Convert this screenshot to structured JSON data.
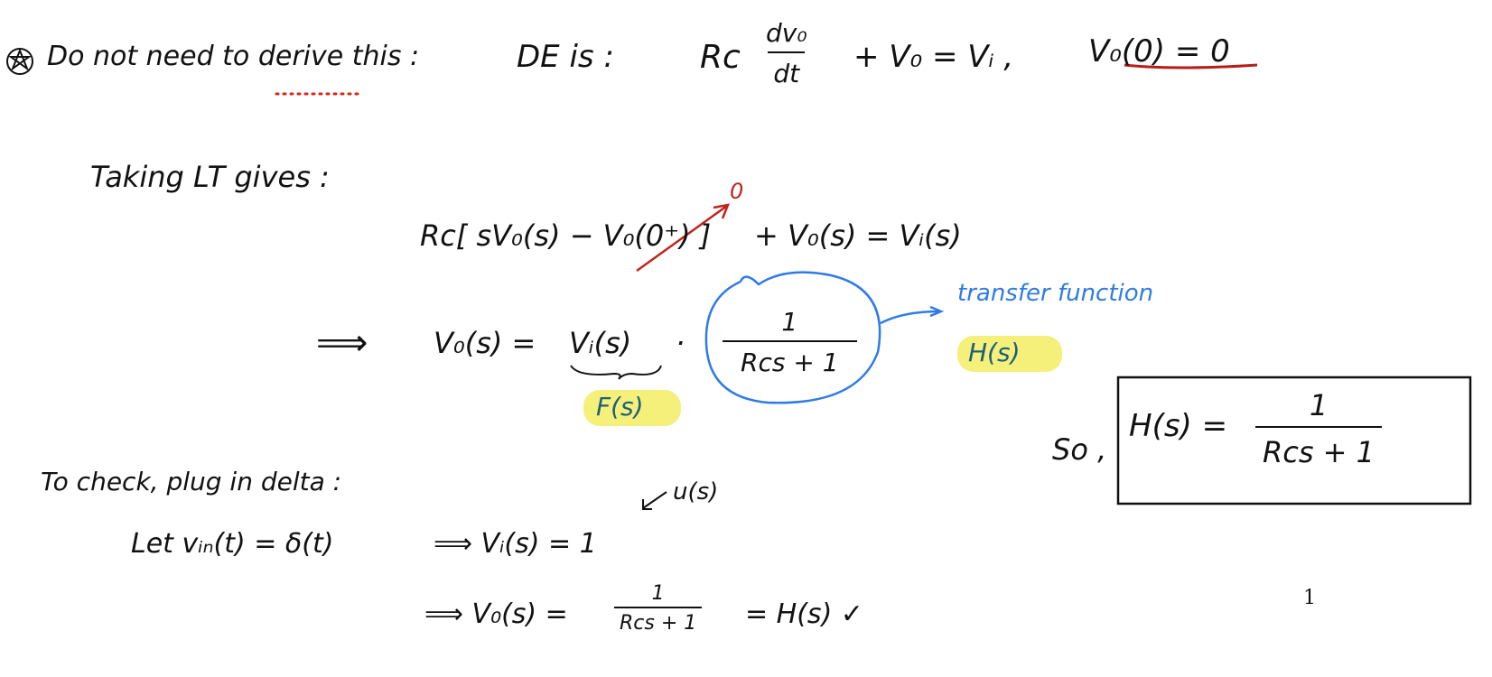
{
  "line1": {
    "star_note": "Do not need to derive this :",
    "de_label": "DE is :",
    "de_lhs_prefix": "Rc",
    "de_num": "dv₀",
    "de_den": "dt",
    "de_rest": "+ V₀ = Vᵢ ,",
    "initial_condition": "V₀(0) = 0"
  },
  "line2": {
    "text": "Taking LT gives :"
  },
  "line3": {
    "lhs": "Rc[ sV₀(s) − V₀(0⁺) ]",
    "rhs": "+ V₀(s) = Vᵢ(s)",
    "annotation_zero": "0"
  },
  "line4": {
    "implies": "⟹",
    "lhs": "V₀(s) =",
    "vi": "Vᵢ(s)",
    "dot": "·",
    "frac_num": "1",
    "frac_den": "Rcs + 1",
    "brace_label": "F(s)",
    "transfer_label": "transfer function",
    "h_label": "H(s)"
  },
  "result": {
    "so": "So ,",
    "lhs": "H(s) =",
    "num": "1",
    "den": "Rcs + 1"
  },
  "check": {
    "title": "To check, plug in delta :",
    "let": "Let  vᵢₙ(t) = δ(t)",
    "implies1": "⟹  Vᵢ(s) = 1",
    "u_note": "u(s)",
    "implies2": "⟹  V₀(s) =",
    "num": "1",
    "den": "Rcs + 1",
    "result": "=  H(s) ✓"
  },
  "page_number": "1"
}
